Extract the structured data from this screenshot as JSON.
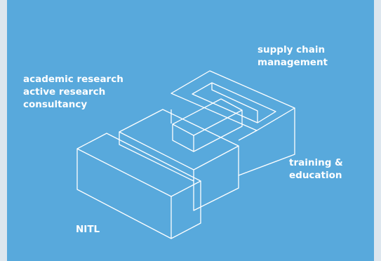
{
  "labels": {
    "academic": [
      "academic research",
      "active research",
      "consultancy"
    ],
    "supply": [
      "supply chain",
      "management"
    ],
    "training": [
      "training &",
      "education"
    ],
    "nitl": "NITL"
  },
  "colors": {
    "background": "#58a9dc",
    "outline": "#ffffff",
    "frame": "#dde6ee"
  }
}
